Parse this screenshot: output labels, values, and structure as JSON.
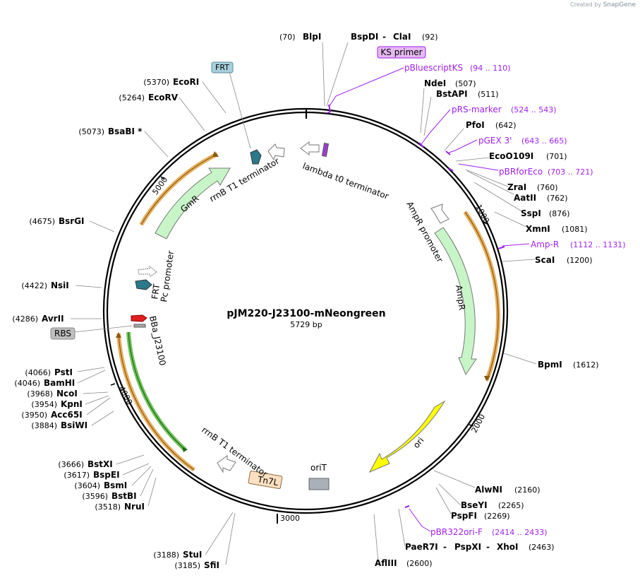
{
  "watermark": {
    "prefix": "Created by",
    "brand": "SnapGene"
  },
  "plasmid": {
    "name": "pJM220-J23100-mNeongreen",
    "length_label": "5729 bp"
  },
  "ticks": [
    {
      "label": "1000",
      "bp": 1000
    },
    {
      "label": "2000",
      "bp": 2000
    },
    {
      "label": "3000",
      "bp": 3000
    },
    {
      "label": "4000",
      "bp": 4000
    },
    {
      "label": "5000",
      "bp": 5000
    }
  ],
  "enzymes_top": [
    {
      "pos": "(70)",
      "name": "BlpI"
    },
    {
      "name": "BspDI",
      "sep": " - ",
      "name2": "ClaI",
      "pos": "(92)"
    }
  ],
  "enzymes_right": [
    {
      "name": "NdeI",
      "pos": "(507)"
    },
    {
      "name": "BstAPI",
      "pos": "(511)"
    },
    {
      "name": "PfoI",
      "pos": "(642)"
    },
    {
      "name": "EcoO109I",
      "pos": "(701)"
    },
    {
      "name": "ZraI",
      "pos": "(760)"
    },
    {
      "name": "AatII",
      "pos": "(762)"
    },
    {
      "name": "SspI",
      "pos": "(876)"
    },
    {
      "name": "XmnI",
      "pos": "(1081)"
    },
    {
      "name": "ScaI",
      "pos": "(1200)"
    },
    {
      "name": "BpmI",
      "pos": "(1612)"
    },
    {
      "name": "AlwNI",
      "pos": "(2160)"
    },
    {
      "name": "BseYI",
      "pos": "(2265)"
    },
    {
      "name": "PspFI",
      "pos": "(2269)"
    },
    {
      "name": "PaeR7I",
      "sep": " - ",
      "name2": "PspXI",
      "sep2": " - ",
      "name3": "XhoI",
      "pos": "(2463)"
    },
    {
      "name": "AflIII",
      "pos": "(2600)"
    }
  ],
  "enzymes_left": [
    {
      "pos": "(5370)",
      "name": "EcoRI"
    },
    {
      "pos": "(5264)",
      "name": "EcoRV"
    },
    {
      "pos": "(5073)",
      "name": "BsaBI *"
    },
    {
      "pos": "(4675)",
      "name": "BsrGI"
    },
    {
      "pos": "(4422)",
      "name": "NsiI"
    },
    {
      "pos": "(4286)",
      "name": "AvrII"
    },
    {
      "pos": "(4066)",
      "name": "PstI"
    },
    {
      "pos": "(4046)",
      "name": "BamHI"
    },
    {
      "pos": "(3968)",
      "name": "NcoI"
    },
    {
      "pos": "(3954)",
      "name": "KpnI"
    },
    {
      "pos": "(3950)",
      "name": "Acc65I"
    },
    {
      "pos": "(3884)",
      "name": "BsiWI"
    },
    {
      "pos": "(3666)",
      "name": "BstXI"
    },
    {
      "pos": "(3617)",
      "name": "BspEI"
    },
    {
      "pos": "(3604)",
      "name": "BsmI"
    },
    {
      "pos": "(3596)",
      "name": "BstBI"
    },
    {
      "pos": "(3518)",
      "name": "NruI"
    },
    {
      "pos": "(3188)",
      "name": "StuI"
    },
    {
      "pos": "(3185)",
      "name": "SfiI"
    }
  ],
  "primers": [
    {
      "name": "pBluescriptKS",
      "range": "(94 .. 110)"
    },
    {
      "name": "pRS-marker",
      "range": "(524 .. 543)"
    },
    {
      "name": "pGEX 3'",
      "range": "(643 .. 665)"
    },
    {
      "name": "pBRforEco",
      "range": "(703 .. 721)"
    },
    {
      "name": "Amp-R",
      "range": "(1112 .. 1131)"
    },
    {
      "name": "pBR322ori-F",
      "range": "(2414 .. 2433)"
    }
  ],
  "boxed_labels": [
    {
      "text": "KS primer",
      "fill": "#e6b8f0",
      "stroke": "#a020f0"
    },
    {
      "text": "FRT",
      "fill": "#a8d0dc",
      "stroke": "#5a8a99"
    },
    {
      "text": "RBS",
      "fill": "#bfbfbf",
      "stroke": "#8a8a8a"
    },
    {
      "text": "Tn7L",
      "fill": "#fde0c0",
      "stroke": "#8a6a40"
    }
  ],
  "feature_labels": {
    "rrnB_top": "rrnB T1 terminator",
    "lambda": "lambda t0 terminator",
    "ampr_promoter": "AmpR promoter",
    "ampr": "AmpR",
    "ori": "ori",
    "oriT": "oriT",
    "rrnB_bottom": "rrnB T1 terminator",
    "gmr": "GmR",
    "frt": "FRT",
    "pc_promoter": "Pc promoter",
    "bba": "BBa_J23100"
  },
  "colors": {
    "backbone": "#000000",
    "primer": "#a020f0",
    "ampr_fill": "#c8f5c8",
    "gmr_fill": "#c8f5c8",
    "ori_fill": "#ffff00",
    "orf_track": "#f0a030",
    "mneon_track": "#33aa33",
    "frt_fill": "#2a7a8c",
    "rbs_fill": "#e02020"
  }
}
